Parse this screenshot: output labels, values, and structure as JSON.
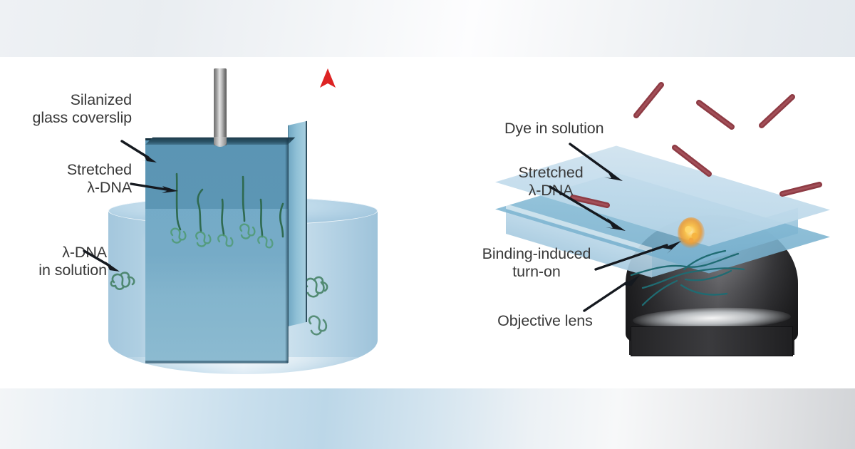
{
  "figure": {
    "type": "two-panel scientific schematic",
    "background_top_band": "#eef1f4",
    "background_bottom_band": "#cfe3ef",
    "canvas": "#ffffff",
    "text_color": "#393939"
  },
  "panels": [
    {
      "id": "left",
      "name": "coverslip-withdrawal-panel",
      "description": "Silanized glass coverslip withdrawn from a lambda-DNA solution, stretching DNA on its surface",
      "labels": [
        {
          "id": "silanized-glass-coverslip",
          "text": "Silanized\nglass coverslip"
        },
        {
          "id": "stretched-lambda-dna",
          "text": "Stretched\nλ-DNA"
        },
        {
          "id": "lambda-dna-in-solution",
          "text": "λ-DNA\nin solution"
        }
      ],
      "elements": {
        "rod": "metal pull rod",
        "pull_arrow": "red upward pull arrow",
        "beaker": "cylindrical vessel of solution",
        "coverslip": "blue glass slab"
      },
      "colors": {
        "coverslip_face": "#5b95b4",
        "coverslip_top_edge": "#16313f",
        "solution": "#b3d2e4",
        "dna_green": "#3f7d5e",
        "pull_arrow_red": "#e02a2a",
        "rod_metal": "#9a9a9a"
      },
      "dna_strand_count": 7,
      "dna_coil_count": 11
    },
    {
      "id": "right",
      "name": "imaging-panel",
      "description": "Stretched lambda-DNA on the coverslip imaged over an objective lens; dye in solution binds and turns on fluorescence",
      "labels": [
        {
          "id": "dye-in-solution",
          "text": "Dye in solution"
        },
        {
          "id": "stretched-lambda-dna",
          "text": "Stretched\nλ-DNA"
        },
        {
          "id": "binding-induced-turn-on",
          "text": "Binding-induced\nturn-on"
        },
        {
          "id": "objective-lens",
          "text": "Objective lens"
        }
      ],
      "elements": {
        "glass_slab": "translucent coverslip in perspective",
        "objective_lens": "dark objective lens dome",
        "glow_spot": "orange fluorescence turn-on spot"
      },
      "colors": {
        "slab_top": "#c3dcec",
        "slab_mid": "#7fb6d2",
        "dye_rod": "#8e3b44",
        "dna_teal": "#1f6b72",
        "glow_orange": "#f2a33c",
        "lens_dark": "#343437"
      },
      "dye_rod_count": 6,
      "dna_strand_count": 6
    }
  ]
}
